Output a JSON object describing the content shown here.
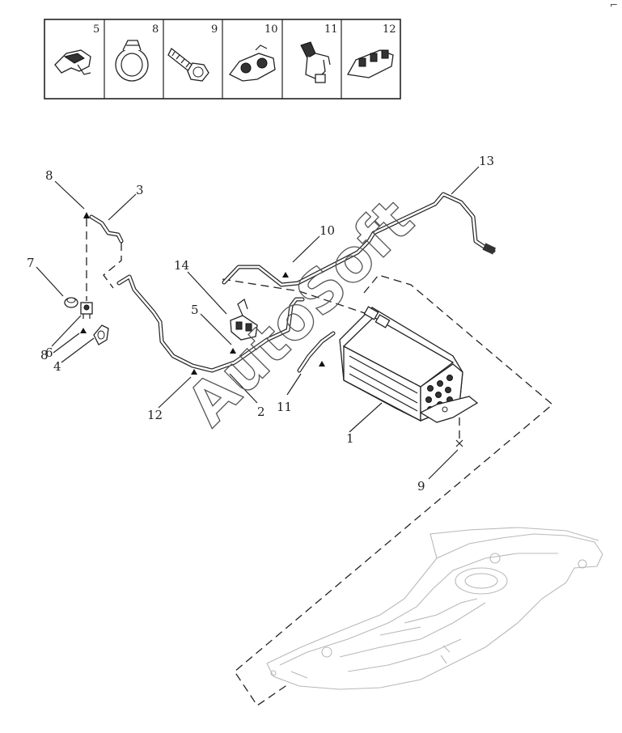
{
  "legend_cells": [
    {
      "number": "5",
      "icon": "clip-icon"
    },
    {
      "number": "8",
      "icon": "hose-clamp-icon"
    },
    {
      "number": "9",
      "icon": "bolt-icon"
    },
    {
      "number": "10",
      "icon": "double-pipe-clip-icon"
    },
    {
      "number": "11",
      "icon": "strap-clip-icon"
    },
    {
      "number": "12",
      "icon": "multi-pipe-clip-icon"
    }
  ],
  "callouts": [
    {
      "id": "1",
      "text": "1"
    },
    {
      "id": "2",
      "text": "2"
    },
    {
      "id": "3",
      "text": "3"
    },
    {
      "id": "4",
      "text": "4"
    },
    {
      "id": "5",
      "text": "5"
    },
    {
      "id": "6",
      "text": "6"
    },
    {
      "id": "7",
      "text": "7"
    },
    {
      "id": "8a",
      "text": "8"
    },
    {
      "id": "8b",
      "text": "8"
    },
    {
      "id": "9",
      "text": "9"
    },
    {
      "id": "10",
      "text": "10"
    },
    {
      "id": "11",
      "text": "11"
    },
    {
      "id": "12",
      "text": "12"
    },
    {
      "id": "13",
      "text": "13"
    },
    {
      "id": "14",
      "text": "14"
    }
  ],
  "watermark": "AutoSoft",
  "corner_mark": "⌐"
}
